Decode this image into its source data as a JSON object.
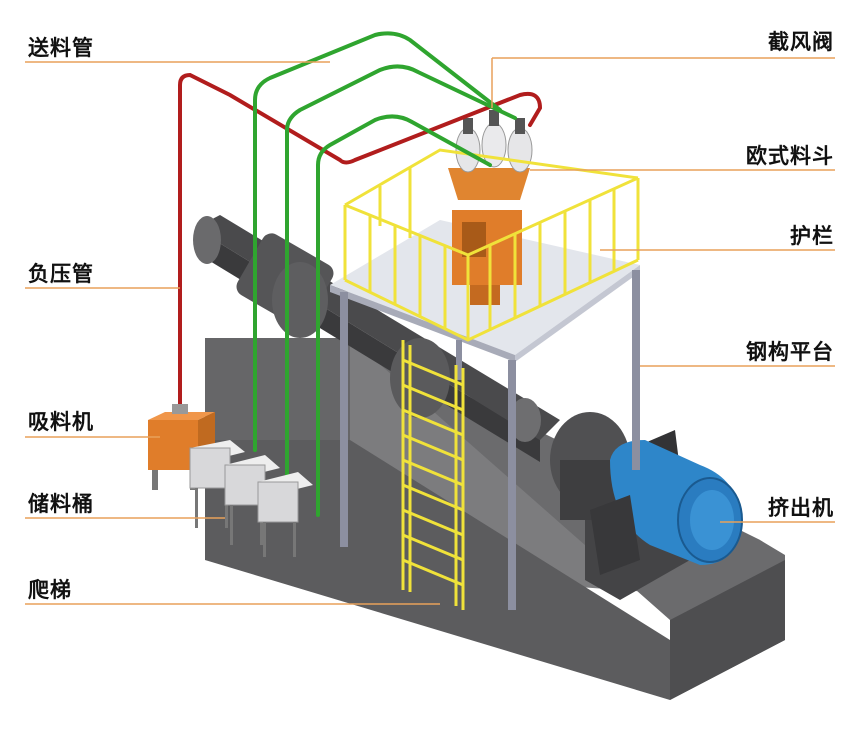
{
  "callouts": {
    "feed_pipe": "送料管",
    "vacuum_pipe": "负压管",
    "vacuum_loader": "吸料机",
    "storage_bin": "储料桶",
    "ladder": "爬梯",
    "shutoff_valve": "截风阀",
    "euro_hopper": "欧式料斗",
    "guardrail": "护栏",
    "steel_platform": "钢构平台",
    "extruder": "挤出机"
  },
  "colors": {
    "leader_line": "#e8a15a",
    "feed_pipe": "#2fa52f",
    "vacuum_pipe": "#b11d1d",
    "guardrail": "#f0e23a",
    "hopper": "#e07d2a",
    "motor": "#2e86c9",
    "foundation": "#6b6b6d",
    "machine_body": "#5a5a5c",
    "platform_deck": "#e3e6ec",
    "platform_column": "#8c8fa0"
  }
}
